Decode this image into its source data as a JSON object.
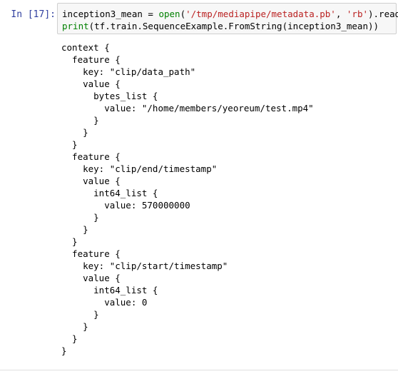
{
  "cell": {
    "prompt": "In [17]:",
    "input": {
      "line1": {
        "var": "inception3_mean",
        "eq": " = ",
        "func": "open",
        "paren_open": "(",
        "arg1": "'/tmp/mediapipe/metadata.pb'",
        "comma": ", ",
        "arg2": "'rb'",
        "tail": ").read()"
      },
      "line2": {
        "func": "print",
        "rest": "(tf.train.SequenceExample.FromString(inception3_mean))"
      }
    },
    "output_lines": [
      "context {",
      "  feature {",
      "    key: \"clip/data_path\"",
      "    value {",
      "      bytes_list {",
      "        value: \"/home/members/yeoreum/test.mp4\"",
      "      }",
      "    }",
      "  }",
      "  feature {",
      "    key: \"clip/end/timestamp\"",
      "    value {",
      "      int64_list {",
      "        value: 570000000",
      "      }",
      "    }",
      "  }",
      "  feature {",
      "    key: \"clip/start/timestamp\"",
      "    value {",
      "      int64_list {",
      "        value: 0",
      "      }",
      "    }",
      "  }",
      "}"
    ]
  },
  "colors": {
    "prompt": "#303f9f",
    "keyword": "#008000",
    "string": "#ba2121",
    "input_bg": "#f7f7f7"
  }
}
